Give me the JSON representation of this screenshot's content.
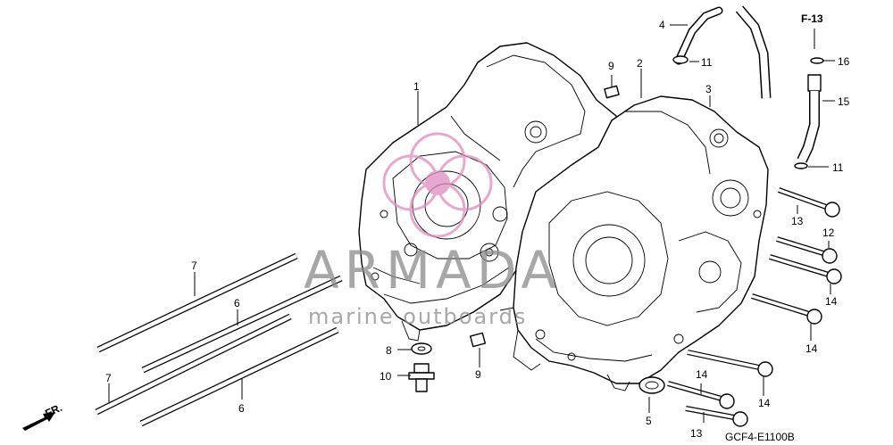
{
  "diagram": {
    "ref_code": "F-13",
    "figure_code": "GCF4-E1100B",
    "front_arrow_label": "FR.",
    "callouts": {
      "c1": "1",
      "c2": "2",
      "c3": "3",
      "c4": "4",
      "c5": "5",
      "c6a": "6",
      "c6b": "6",
      "c7a": "7",
      "c7b": "7",
      "c8": "8",
      "c9a": "9",
      "c9b": "9",
      "c10": "10",
      "c11a": "11",
      "c11b": "11",
      "c12": "12",
      "c13a": "13",
      "c13b": "13",
      "c14a": "14",
      "c14b": "14",
      "c14c": "14",
      "c14d": "14",
      "c15": "15",
      "c16": "16"
    }
  },
  "watermark": {
    "brand": "ARMADA",
    "tagline": "marine outboards",
    "color": "#e08cc0"
  }
}
